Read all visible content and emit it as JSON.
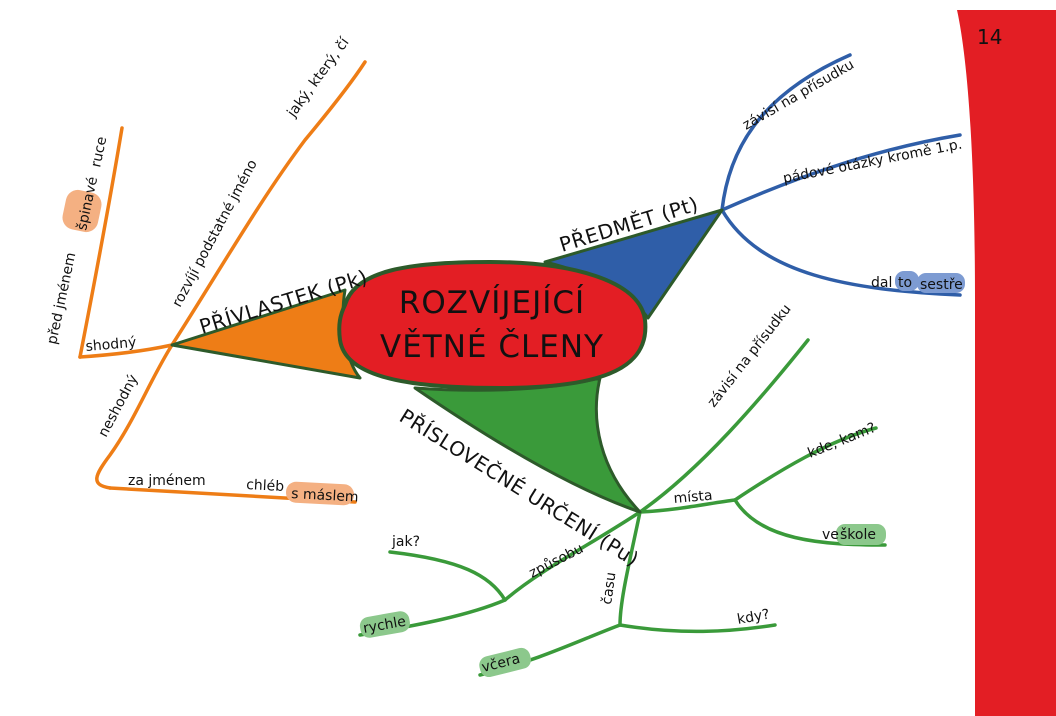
{
  "page_number": "14",
  "center": {
    "line1": "ROZVÍJEJÍCÍ",
    "line2": "VĚTNÉ ČLENY"
  },
  "colors": {
    "center": "#e31e24",
    "outline": "#2d5a2a",
    "prvlastek": "#ee7d16",
    "predmet": "#2f5ea8",
    "urceni": "#3a9a3a",
    "sidebar": "#e31e24",
    "hl_orange": "#f4b082",
    "hl_blue": "#7d9bd2",
    "hl_green": "#8cc88c"
  },
  "branches": {
    "prvlastek": {
      "title": "PŘÍVLASTEK (Pk)",
      "rozviji": "rozvíjí podstatné jméno",
      "otazky": "jaký, který, čí",
      "shodny": "shodný",
      "pred_jmenem": "před jménem",
      "ex1_word": "špinavé",
      "ex1_rest": "ruce",
      "neshodny": "neshodný",
      "za_jmenem": "za jménem",
      "ex2_start": "chléb",
      "ex2_highlight": "s máslem"
    },
    "predmet": {
      "title": "PŘEDMĚT (Pt)",
      "zavisi": "závisí na přísudku",
      "otazky": "pádové otázky kromě 1.p.",
      "ex_start": "dal",
      "ex_hl1": "to",
      "ex_hl2": "sestře"
    },
    "urceni": {
      "title": "PŘÍSLOVEČNÉ URČENÍ (Pu)",
      "zavisi": "závisí na přísudku",
      "mista": "místa",
      "kde": "kde, kam?",
      "ve": "ve",
      "skole": "škole",
      "zpusobu": "způsobu",
      "jak": "jak?",
      "rychle": "rychle",
      "casu": "času",
      "kdy": "kdy?",
      "vcera": "včera"
    }
  }
}
